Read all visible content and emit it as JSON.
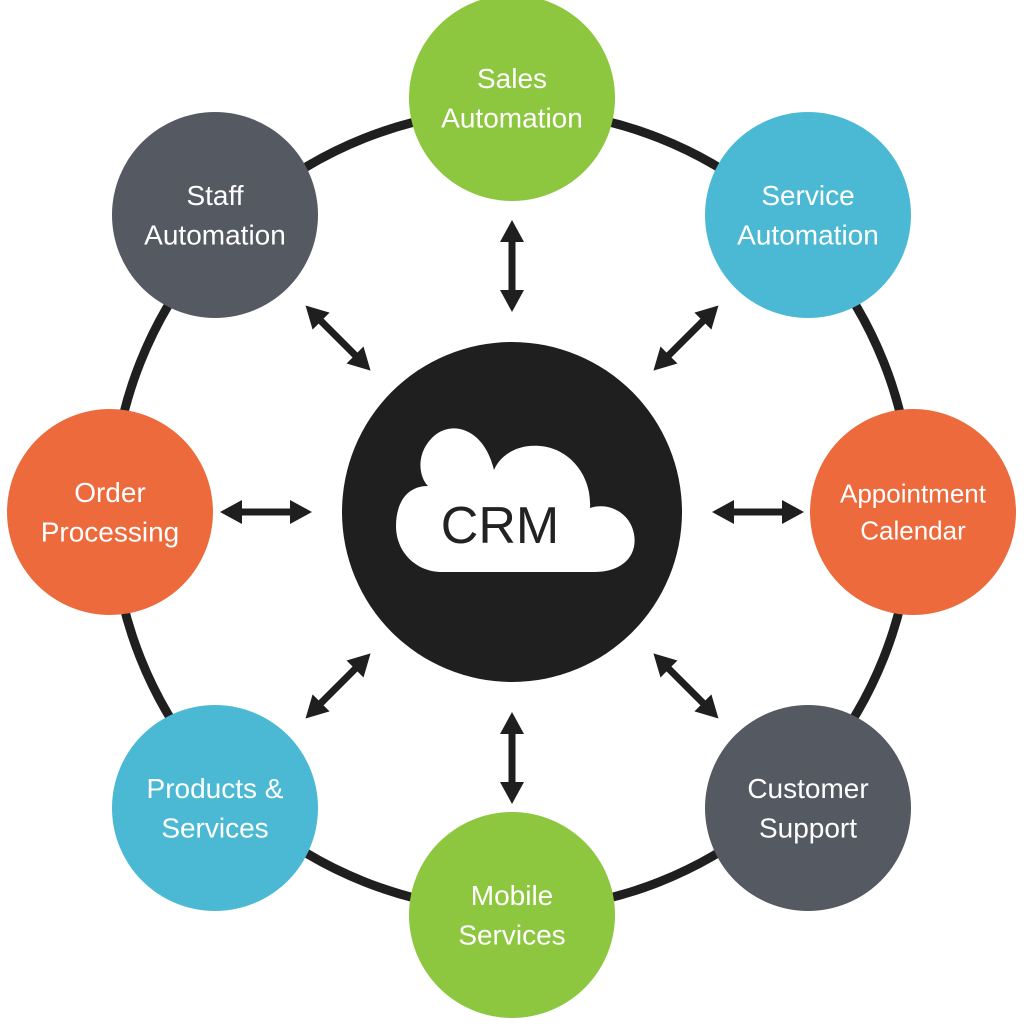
{
  "center": {
    "label": "CRM"
  },
  "colors": {
    "ring": "#1f1f1f",
    "hub": "#1f1f1f",
    "cloud": "#ffffff",
    "arrow": "#1f1f1f",
    "green": "#8dc63f",
    "teal": "#4bb9d4",
    "orange": "#ec6a3c",
    "slate": "#555962"
  },
  "nodes": [
    {
      "id": "sales-automation",
      "lines": [
        "Sales",
        "Automation"
      ],
      "color": "green"
    },
    {
      "id": "service-automation",
      "lines": [
        "Service",
        "Automation"
      ],
      "color": "teal"
    },
    {
      "id": "appointment-calendar",
      "lines": [
        "Appointment",
        "Calendar"
      ],
      "color": "orange"
    },
    {
      "id": "customer-support",
      "lines": [
        "Customer",
        "Support"
      ],
      "color": "slate"
    },
    {
      "id": "mobile-services",
      "lines": [
        "Mobile",
        "Services"
      ],
      "color": "green"
    },
    {
      "id": "products-services",
      "lines": [
        "Products &",
        "Services"
      ],
      "color": "teal"
    },
    {
      "id": "order-processing",
      "lines": [
        "Order",
        "Processing"
      ],
      "color": "orange"
    },
    {
      "id": "staff-automation",
      "lines": [
        "Staff",
        "Automation"
      ],
      "color": "slate"
    }
  ]
}
